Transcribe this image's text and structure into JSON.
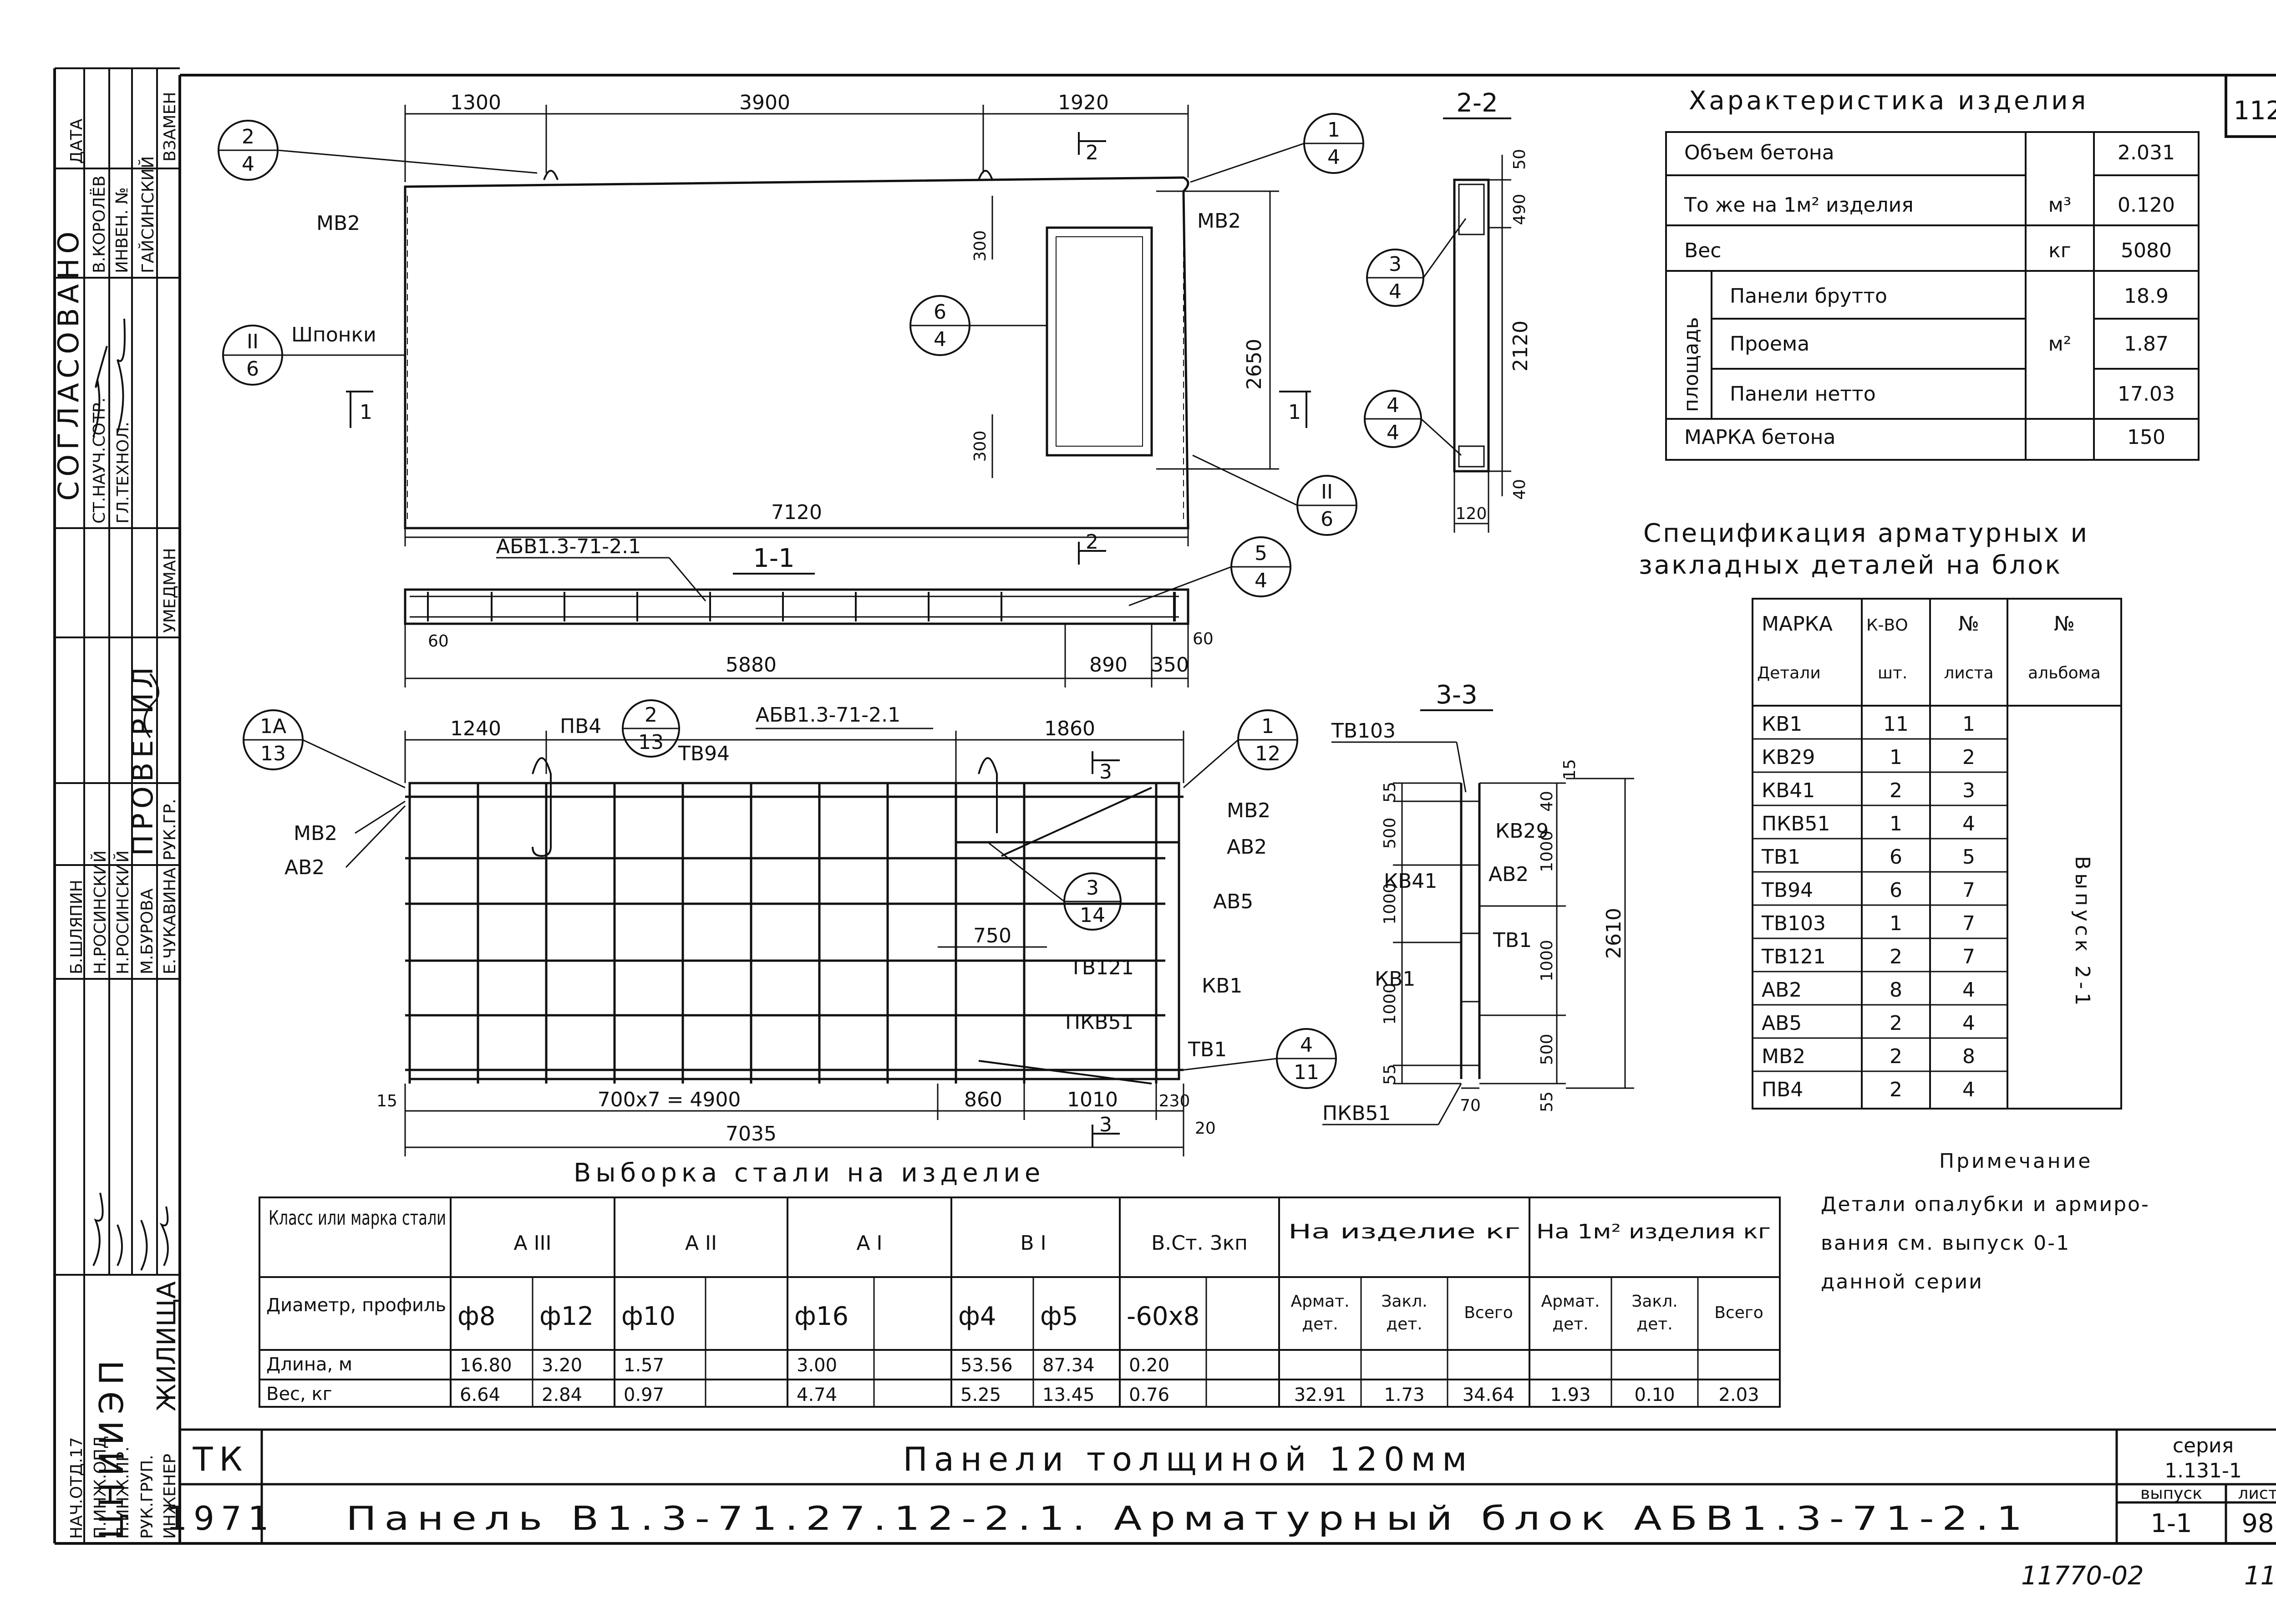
{
  "sheet_number": "112",
  "bottom_ref": "11770-02",
  "bottom_ref_tail": "11",
  "stamp": {
    "vertical_top": "СОГЛАСОВАНО",
    "date": "ДАТА",
    "inv": "ИНВЕН. №",
    "zamen": "ВЗАМЕН",
    "rows_top": [
      [
        "СТ.НАУЧ.СОТР.",
        "В.КОРОЛЁВ"
      ],
      [
        "ГЛ.ТЕХНОЛ.",
        "ГАЙСИНСКИЙ"
      ]
    ],
    "checked": "ПРОВЕРИЛ",
    "umedman": "УМЕДМАН",
    "ruk_gr": "РУК.ГР.",
    "rows_bottom": [
      [
        "НАЧ.ОТД.17",
        "Б.ШЛЯПИН"
      ],
      [
        "П.ИНЖ.ОПД",
        "Н.РОСИНСКИЙ"
      ],
      [
        "П.ИНЖ.ПР.",
        "Н.РОСИНСКИЙ"
      ],
      [
        "РУК.ГРУП.",
        "М.БУРОВА"
      ],
      [
        "ИНЖЕНЕР",
        "Е.ЧУКАВИНА"
      ]
    ],
    "org": "ЦНИИЭП",
    "org_sub": "ЖИЛИЩА"
  },
  "view_top": {
    "dims": [
      "1300",
      "3900",
      "1920",
      "7120",
      "2650",
      "300",
      "300"
    ],
    "labels": [
      "МВ2",
      "МВ2",
      "Шпонки"
    ],
    "callouts": [
      [
        "2",
        "4"
      ],
      [
        "1",
        "4"
      ],
      [
        "6",
        "4"
      ],
      [
        "II",
        "6"
      ],
      [
        "II",
        "6"
      ]
    ],
    "section_marks": [
      "1",
      "1",
      "2",
      "2"
    ]
  },
  "section_2_2": {
    "title": "2-2",
    "dims": [
      "50",
      "490",
      "2120",
      "40",
      "120"
    ],
    "callouts": [
      [
        "3",
        "4"
      ],
      [
        "4",
        "4"
      ]
    ]
  },
  "section_1_1": {
    "title": "1-1",
    "label": "АБВ1.3-71-2.1",
    "dims": [
      "60",
      "5880",
      "890",
      "350",
      "60"
    ],
    "callout": [
      "5",
      "4"
    ]
  },
  "block_view": {
    "title": "АБВ1.3-71-2.1",
    "dims": [
      "1240",
      "1860",
      "750",
      "15",
      "700х7 = 4900",
      "860",
      "1010",
      "230",
      "7035",
      "20"
    ],
    "labels": [
      "ПВ4",
      "ТВ94",
      "МВ2",
      "АВ2",
      "МВ2",
      "АВ2",
      "АВ5",
      "ТВ121",
      "КВ1",
      "ПКВ51",
      "ТВ1"
    ],
    "callouts": [
      [
        "1А",
        "13"
      ],
      [
        "2",
        "13"
      ],
      [
        "1",
        "12"
      ],
      [
        "3",
        "14"
      ],
      [
        "4",
        "11"
      ]
    ],
    "section_marks": [
      "3",
      "3"
    ]
  },
  "section_3_3": {
    "title": "3-3",
    "labels": [
      "ТВ103",
      "КВ29",
      "КВ41",
      "АВ2",
      "КВ1",
      "ТВ1",
      "ПКВ51"
    ],
    "dims": [
      "55",
      "500",
      "1000",
      "1000",
      "55",
      "15",
      "40",
      "1000",
      "1000",
      "500",
      "55",
      "2610",
      "70"
    ]
  },
  "characteristics": {
    "title": "Характеристика изделия",
    "rows": [
      {
        "label": "Объем бетона",
        "unit": "",
        "value": "2.031"
      },
      {
        "label": "То же на 1м² изделия",
        "unit": "м³",
        "value": "0.120"
      },
      {
        "label": "Вес",
        "unit": "кг",
        "value": "5080"
      }
    ],
    "area_label": "площадь",
    "area_unit": "м²",
    "area_rows": [
      {
        "label": "Панели брутто",
        "value": "18.9"
      },
      {
        "label": "Проема",
        "value": "1.87"
      },
      {
        "label": "Панели нетто",
        "value": "17.03"
      }
    ],
    "concrete": {
      "label": "МАРКА бетона",
      "value": "150"
    }
  },
  "specification": {
    "title_line1": "Спецификация арматурных и",
    "title_line2": "закладных деталей на блок",
    "headers": [
      [
        "МАРКА",
        "Детали"
      ],
      [
        "К-ВО",
        "шт."
      ],
      [
        "№",
        "листа"
      ],
      [
        "№",
        "альбома"
      ]
    ],
    "rows": [
      [
        "КВ1",
        "11",
        "1"
      ],
      [
        "КВ29",
        "1",
        "2"
      ],
      [
        "КВ41",
        "2",
        "3"
      ],
      [
        "ПКВ51",
        "1",
        "4"
      ],
      [
        "ТВ1",
        "6",
        "5"
      ],
      [
        "ТВ94",
        "6",
        "7"
      ],
      [
        "ТВ103",
        "1",
        "7"
      ],
      [
        "ТВ121",
        "2",
        "7"
      ],
      [
        "АВ2",
        "8",
        "4"
      ],
      [
        "АВ5",
        "2",
        "4"
      ],
      [
        "МВ2",
        "2",
        "8"
      ],
      [
        "ПВ4",
        "2",
        "4"
      ]
    ],
    "album": "Выпуск 2-1"
  },
  "note": {
    "title": "Примечание",
    "lines": [
      "Детали опалубки и армиро-",
      "вания см. выпуск 0-1",
      "данной серии"
    ]
  },
  "steel": {
    "title": "Выборка стали на изделие",
    "col_class": "Класс или марка стали",
    "classes": [
      "А III",
      "А II",
      "А I",
      "В I",
      "В.Ст. 3кп"
    ],
    "per_item": "На изделие кг",
    "per_m2": "На 1м² изделия кг",
    "row_labels": [
      "Диаметр, профиль",
      "Длина, м",
      "Вес, кг"
    ],
    "sub_cols": [
      "Армат. дет.",
      "Закл. дет.",
      "Всего"
    ],
    "diameters": [
      "ф8",
      "ф12",
      "ф10",
      "",
      "ф16",
      "",
      "ф4",
      "ф5",
      "-60х8",
      ""
    ],
    "lengths": [
      "16.80",
      "3.20",
      "1.57",
      "",
      "3.00",
      "",
      "53.56",
      "87.34",
      "0.20",
      ""
    ],
    "weights": [
      "6.64",
      "2.84",
      "0.97",
      "",
      "4.74",
      "",
      "5.25",
      "13.45",
      "0.76",
      ""
    ],
    "totals": [
      "32.91",
      "1.73",
      "34.64",
      "1.93",
      "0.10",
      "2.03"
    ]
  },
  "title_block": {
    "tk": "ТК",
    "year": "1971",
    "line1": "Панели толщиной 120мм",
    "line2": "Панель В1.3-71.27.12-2.1.   Арматурный блок АБВ1.3-71-2.1",
    "series_label": "серия",
    "series": "1.131-1",
    "issue_label": "выпуск",
    "issue": "1-1",
    "sheet_label": "лист",
    "sheet": "98"
  }
}
